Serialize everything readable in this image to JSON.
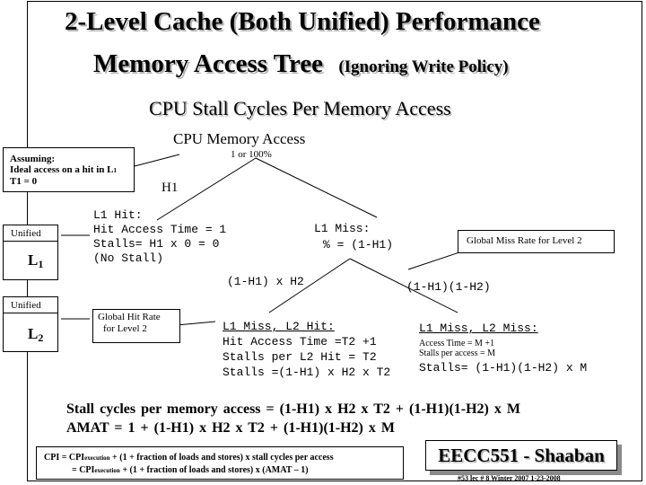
{
  "title": {
    "line1": "2-Level Cache (Both Unified) Performance",
    "line2_main": "Memory Access Tree",
    "line2_paren": "(Ignoring Write Policy)"
  },
  "subtitle": "CPU Stall Cycles Per Memory Access",
  "assumptions": {
    "line1": "Assuming:",
    "line2": "Ideal access on a hit in L",
    "line2_sub": "1",
    "line3": "T1 = 0"
  },
  "cache_levels": {
    "l1": {
      "type": "Unified",
      "name": "L",
      "sub": "1"
    },
    "l2": {
      "type": "Unified",
      "name": "L",
      "sub": "2"
    }
  },
  "tree": {
    "root": "CPU Memory Access",
    "root_prob": "1 or 100%",
    "h1_label": "H1",
    "l1_hit": {
      "line1": "L1 Hit:",
      "line2": "Hit Access Time = 1",
      "line3": "Stalls= H1 x 0 = 0",
      "line4": "(No Stall)"
    },
    "l1_miss": {
      "line1": "L1 Miss:",
      "line2": "% = (1-H1)"
    },
    "global_miss_rate": "Global Miss Rate for Level 2",
    "left_prob": "(1-H1) x H2",
    "right_prob": "(1-H1)(1-H2)",
    "global_hit_rate": {
      "line1": "Global Hit Rate",
      "line2": "for Level 2"
    },
    "l2_hit": {
      "line1": "L1 Miss, L2 Hit:",
      "line2": "Hit Access Time =T2 +1",
      "line3": "Stalls per L2 Hit = T2",
      "line4": "Stalls =(1-H1) x H2 x T2"
    },
    "l2_miss": {
      "line1": "L1 Miss, L2 Miss:",
      "line2": "Access Time = M +1",
      "line3": "Stalls per access = M",
      "line4": "Stalls= (1-H1)(1-H2) x M"
    }
  },
  "formulas": {
    "stall": "Stall cycles per memory access = (1-H1) x H2 x T2 + (1-H1)(1-H2) x M",
    "amat": "AMAT = 1 + (1-H1) x H2 x T2 + (1-H1)(1-H2) x M"
  },
  "cpi": {
    "line1_a": "CPI = CPI",
    "line1_sub": "execution",
    "line1_b": " + (1 + fraction of loads and stores) x stall cycles per access",
    "line2_a": "= CPI",
    "line2_sub": "execution",
    "line2_b": " + (1 + fraction of loads and stores) x (AMAT – 1)"
  },
  "footer": {
    "badge": "EECC551 - Shaaban",
    "note": "#53 lec # 8 Winter 2007 1-23-2008"
  }
}
